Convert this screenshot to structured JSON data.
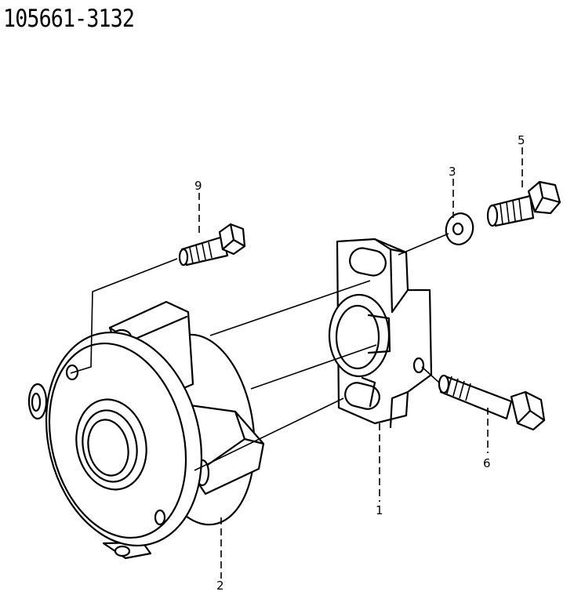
{
  "diagram_title": "105661-3132",
  "callouts": {
    "part_1": "1",
    "part_2": "2",
    "part_3": "3",
    "part_5": "5",
    "part_6": "6",
    "part_9": "9"
  }
}
